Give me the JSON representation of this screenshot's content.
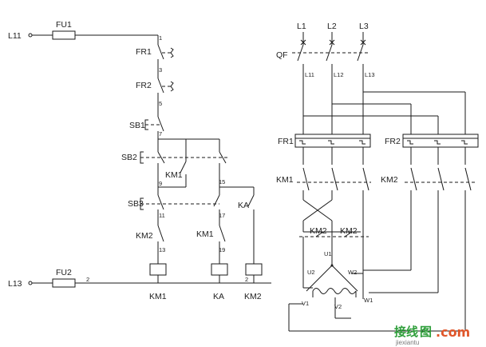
{
  "control_circuit": {
    "line_top": "L11",
    "line_bottom": "L13",
    "fuse_top": "FU1",
    "fuse_bottom": "FU2",
    "components": {
      "fr1": "FR1",
      "fr2": "FR2",
      "sb1": "SB1",
      "sb2": "SB2",
      "sb3": "SB3",
      "km1_hold": "KM1",
      "ka": "KA",
      "km2_int": "KM2",
      "km1_int": "KM1"
    },
    "nodes": {
      "n1": "1",
      "n3": "3",
      "n5": "5",
      "n7": "7",
      "n9": "9",
      "n11": "11",
      "n13": "13",
      "n15": "15",
      "n17": "17",
      "n19": "19",
      "n2a": "2",
      "n2b": "2"
    },
    "coils": [
      "KM1",
      "KA",
      "KM2"
    ]
  },
  "power_circuit": {
    "phases": [
      "L1",
      "L2",
      "L3"
    ],
    "breaker": "QF",
    "line_labels": [
      "L11",
      "L12",
      "L13"
    ],
    "relays": [
      "FR1",
      "FR2"
    ],
    "contactors": [
      "KM1",
      "KM2"
    ],
    "interlock_labels": [
      "KM2",
      "KM2"
    ],
    "motor_terminals": [
      "U1",
      "U2",
      "W2",
      "V1",
      "V2",
      "W1"
    ]
  },
  "watermark": {
    "cn_a": "接线",
    "cn_b": "图",
    "en": ".com",
    "sub": "jiexiantu"
  }
}
